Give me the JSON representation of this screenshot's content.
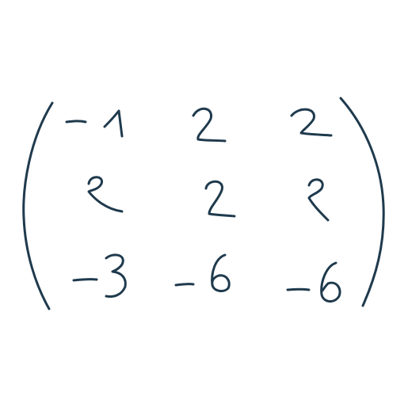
{
  "matrix": {
    "rows": [
      [
        "-1",
        "2",
        "2"
      ],
      [
        "2",
        "2",
        "2"
      ],
      [
        "-3",
        "-6",
        "-6"
      ]
    ],
    "ink_color": "#1f3a4d",
    "background_color": "#ffffff"
  }
}
